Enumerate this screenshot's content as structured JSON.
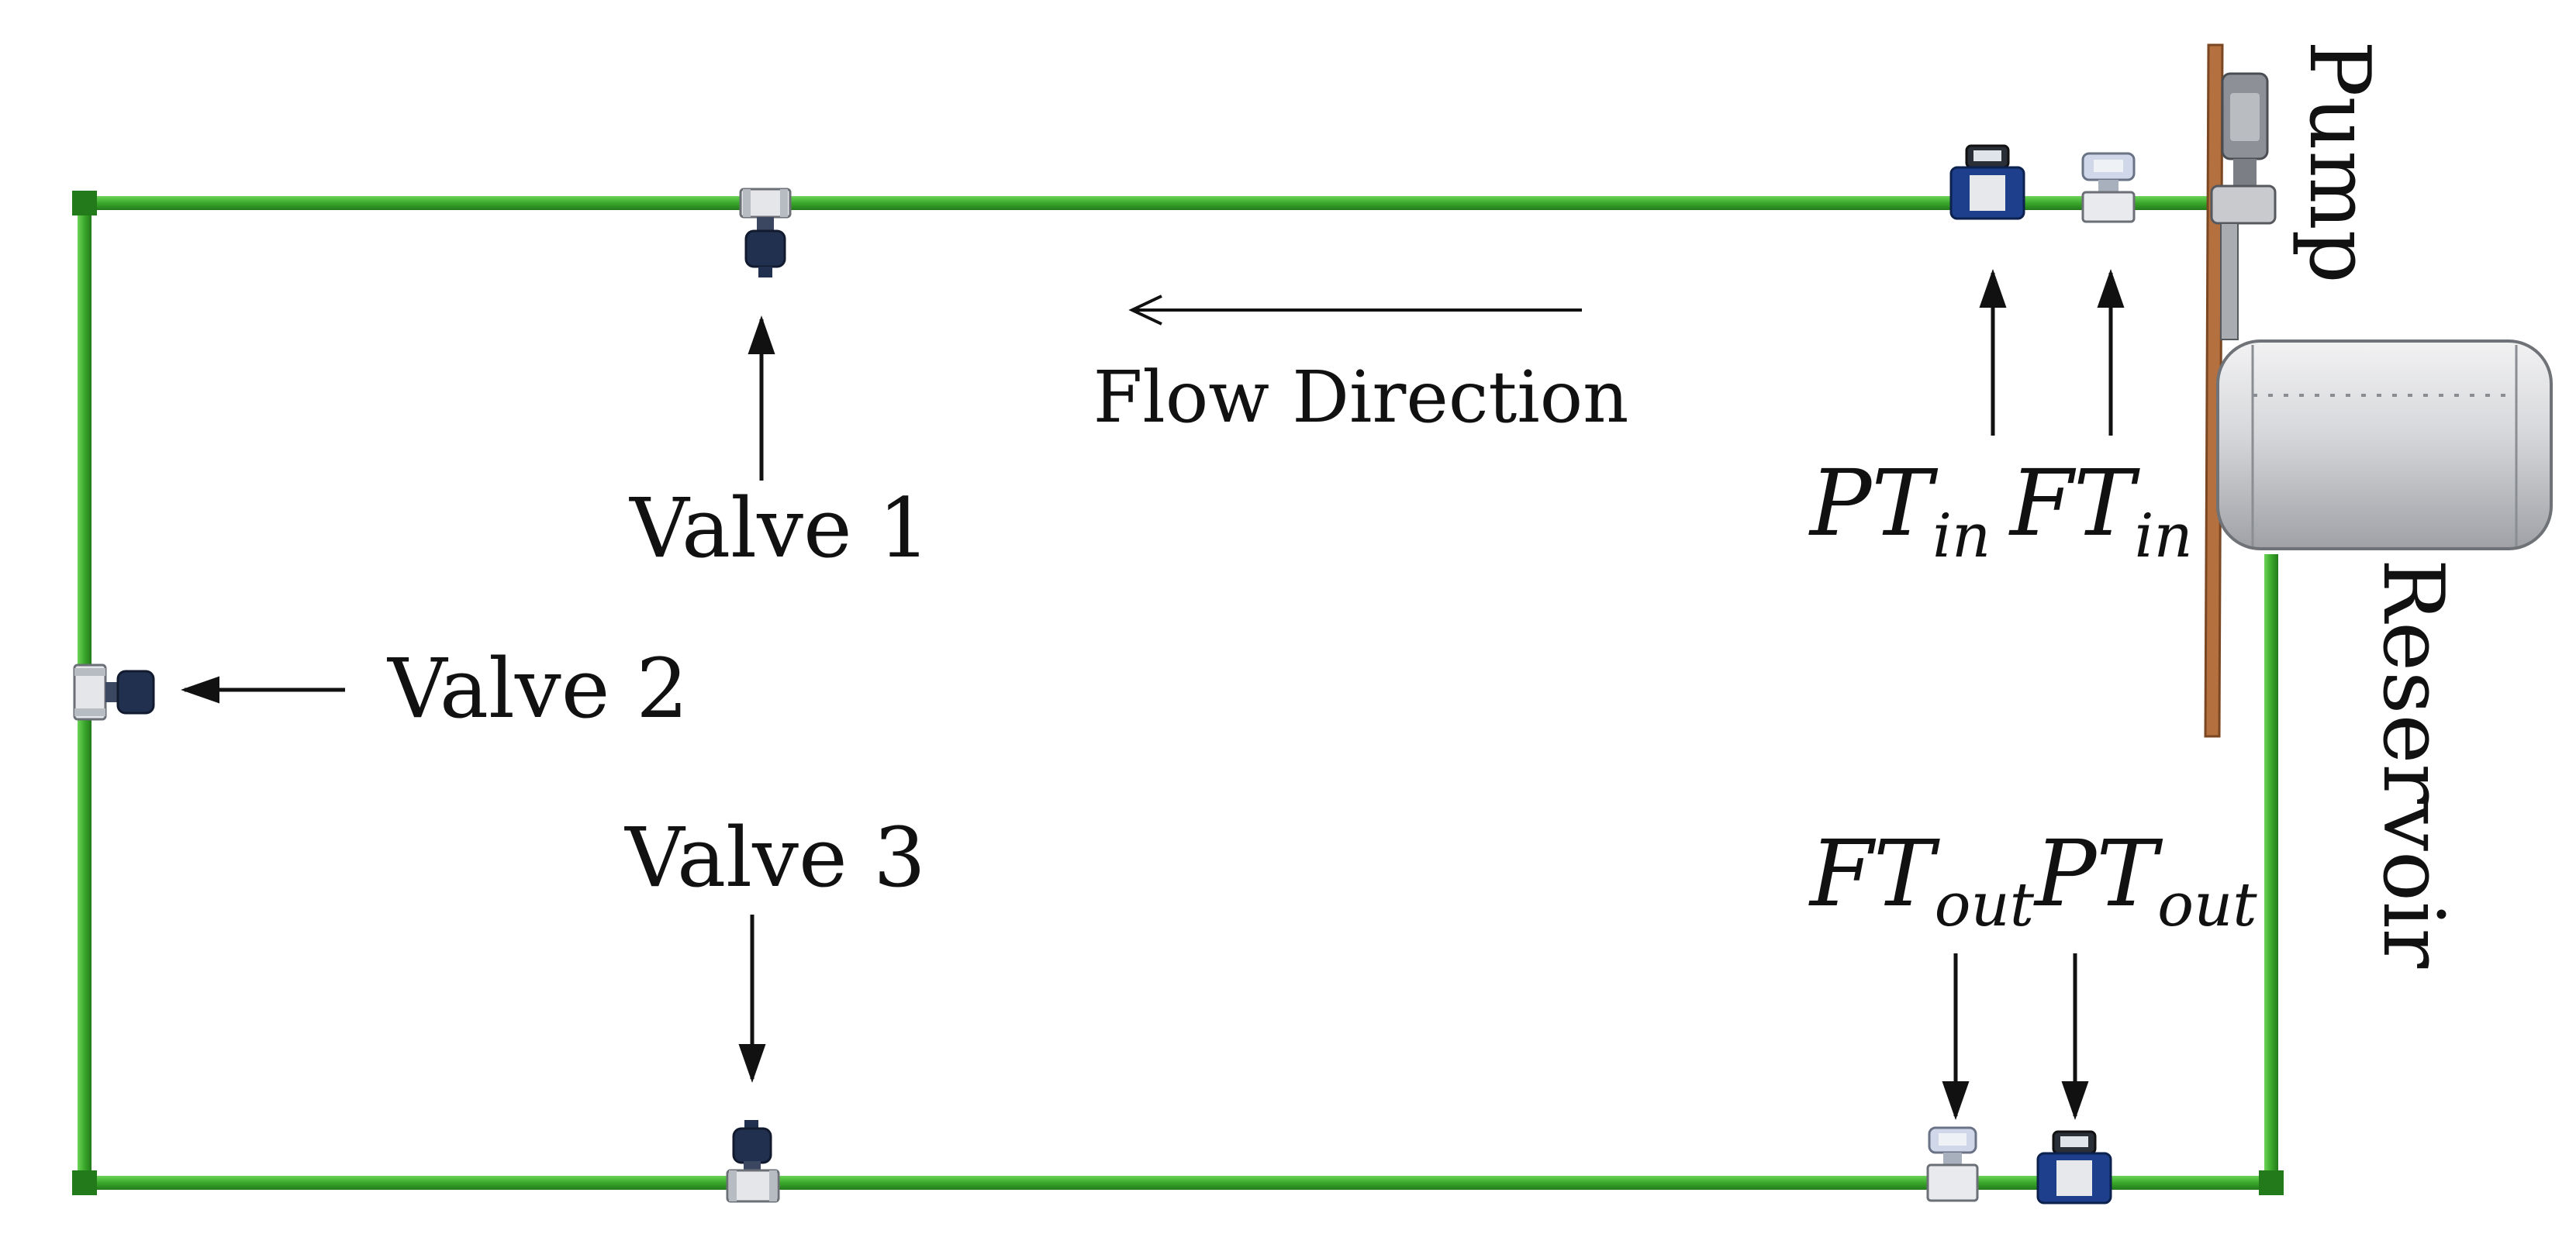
{
  "colors": {
    "pipe": "#3aa82c",
    "pipe_dark": "#1f6e18",
    "valve_body": "#e4e6ea",
    "valve_actuator": "#22304f",
    "pressure_tx": "#1d3f8c",
    "flow_tx": "#cfd7e8",
    "reservoir": "#cfd0d3",
    "stand": "#b4703f",
    "text": "#111111"
  },
  "labels": {
    "flow_direction": "Flow Direction",
    "valve1": "Valve 1",
    "valve2": "Valve 2",
    "valve3": "Valve 3",
    "pump": "Pump",
    "reservoir": "Reservoir"
  },
  "sensors": {
    "pt_in": {
      "main": "PT",
      "sub": "in"
    },
    "ft_in": {
      "main": "FT",
      "sub": "in"
    },
    "ft_out": {
      "main": "FT",
      "sub": "out"
    },
    "pt_out": {
      "main": "PT",
      "sub": "out"
    }
  },
  "icons": [
    "valve-icon",
    "pressure-transmitter-icon",
    "flow-transmitter-icon",
    "pump-icon",
    "reservoir-tank-icon",
    "arrow-icon"
  ]
}
